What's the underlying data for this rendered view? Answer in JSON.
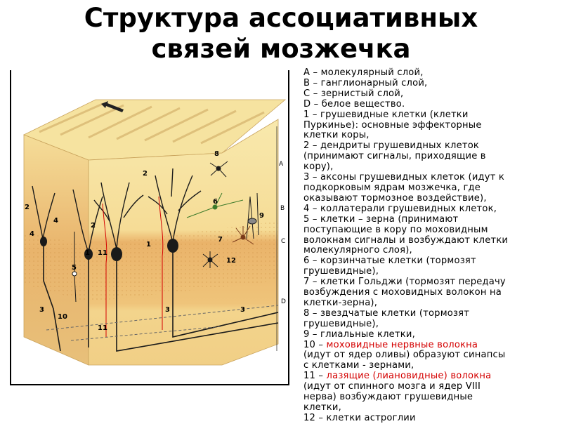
{
  "title": {
    "line1": "Структура ассоциативных",
    "line2": "связей мозжечка"
  },
  "diagram": {
    "layer_labels": [
      "A",
      "B",
      "C",
      "D"
    ],
    "number_labels": [
      "8",
      "2",
      "2",
      "4",
      "4",
      "2",
      "6",
      "9",
      "1",
      "11",
      "1",
      "7",
      "5",
      "12",
      "3",
      "3",
      "3",
      "10",
      "11"
    ]
  },
  "legend": {
    "lines": [
      "A – молекулярный слой,",
      "B – ганглионарный слой,",
      "C – зернистый слой,",
      "D – белое вещество.",
      "1 – грушевидные клетки (клетки",
      "Пуркинье): основные эффекторные",
      "клетки коры,",
      "2 – дендриты грушевидных клеток",
      "(принимают сигналы, приходящие в",
      "кору),",
      "3 – аксоны грушевидных клеток (идут к",
      "подкорковым ядрам мозжечка, где",
      "оказывают тормозное воздействие),",
      "4 – коллатерали грушевидных клеток,",
      "5 – клетки – зерна (принимают",
      "поступающие в кору по моховидным",
      "волокнам сигналы и возбуждают клетки",
      "молекулярного слоя),",
      "6 – корзинчатые клетки (тормозят",
      "грушевидные),",
      "7 – клетки Гольджи (тормозят передачу",
      "возбуждения с моховидных волокон на",
      "клетки-зерна),",
      "8 – звездчатые клетки (тормозят",
      "грушевидные),",
      "9 – глиальные клетки,"
    ],
    "line10_prefix": "10 – ",
    "line10_red": "моховидные нервные волокна",
    "line10_rest": [
      "(идут от ядер оливы) образуют синапсы",
      "с клетками - зернами,"
    ],
    "line11_prefix": "11 – ",
    "line11_red": "лазящие (лиановидные) волокна",
    "line11_rest": [
      "(идут от спинного мозга и ядер VIII",
      "нерва) возбуждают грушевидные",
      "клетки,",
      "12 – клетки астроглии"
    ]
  },
  "colors": {
    "title": "#000000",
    "highlight": "#d40000",
    "molecular": "#f7e6a4",
    "granular": "#efc47a",
    "white_matter": "#f4d58c",
    "neuron": "#1a1a1a"
  }
}
